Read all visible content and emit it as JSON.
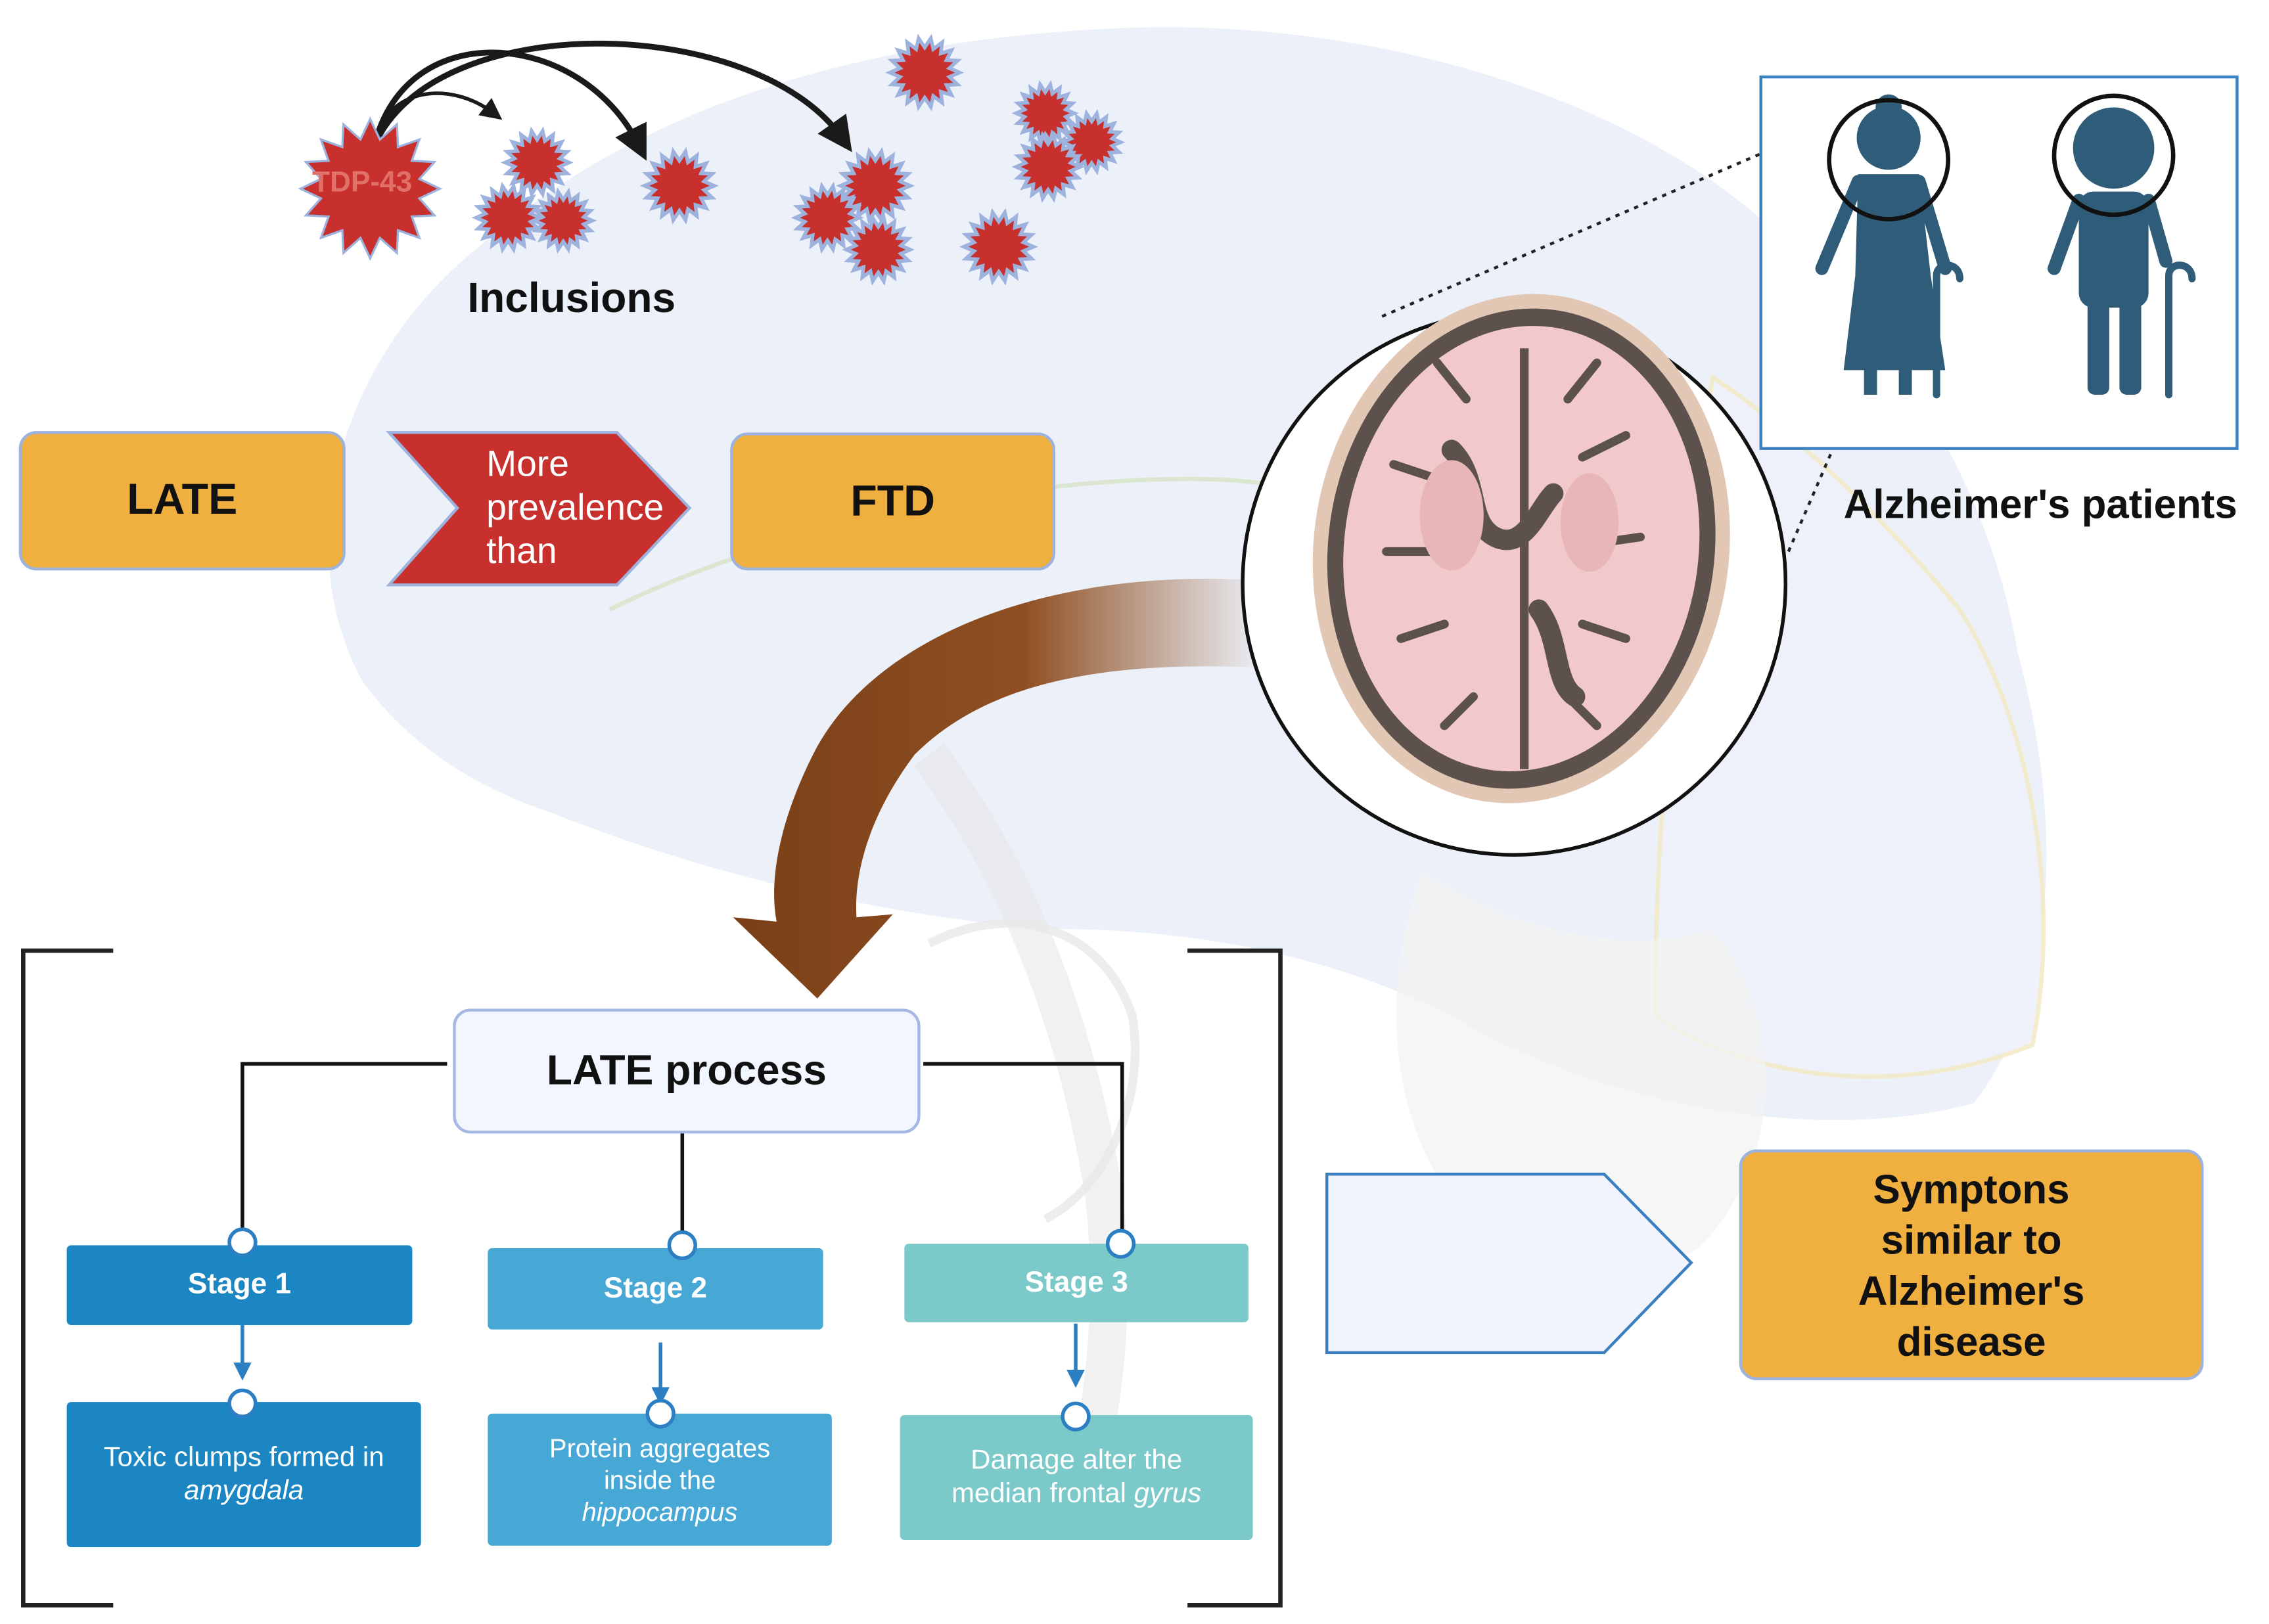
{
  "top": {
    "particle_label": "TDP-43",
    "inclusions_label": "Inclusions"
  },
  "comparison": {
    "left": "LATE",
    "arrow_lines": [
      "More",
      "prevalence",
      "than"
    ],
    "right": "FTD"
  },
  "patients": {
    "label": "Alzheimer's patients"
  },
  "process": {
    "title": "LATE process",
    "stages": [
      {
        "label": "Stage 1",
        "desc_pre": "Toxic clumps formed in ",
        "desc_italic": "amygdala",
        "color": "#1C86C3"
      },
      {
        "label": "Stage 2",
        "desc_pre": "Protein aggregates inside the ",
        "desc_italic": "hippocampus",
        "color": "#47A8D6"
      },
      {
        "label": "Stage 3",
        "desc_pre": "Damage alter the median frontal ",
        "desc_italic": "gyrus",
        "color": "#7BC9C9"
      }
    ]
  },
  "result": {
    "label": "Symptons similar to Alzheimer's disease"
  },
  "colors": {
    "orange": "#F0B03F",
    "red_particle": "#C7302C",
    "brown_arrow": "#8A4A1E",
    "person": "#2F5C78",
    "blue_frame": "#3A7FC0"
  }
}
